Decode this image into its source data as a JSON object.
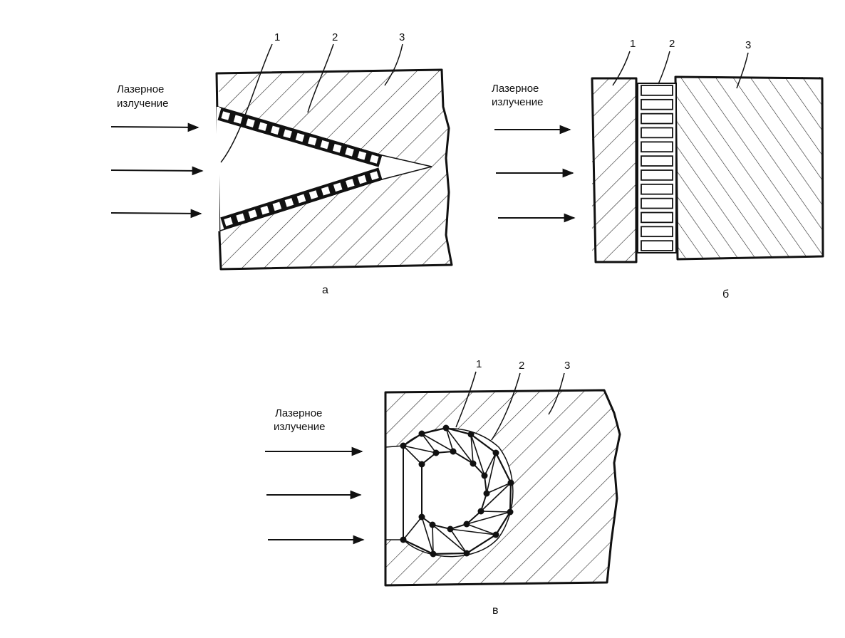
{
  "panels": [
    {
      "id": "a",
      "caption": "а",
      "laser_label": [
        "Лазерное",
        "излучение"
      ],
      "callouts": [
        "1",
        "2",
        "3"
      ]
    },
    {
      "id": "b",
      "caption": "б",
      "laser_label": [
        "Лазерное",
        "излучение"
      ],
      "callouts": [
        "1",
        "2",
        "3"
      ]
    },
    {
      "id": "v",
      "caption": "в",
      "laser_label": [
        "Лазерное",
        "излучение"
      ],
      "callouts": [
        "1",
        "2",
        "3"
      ]
    }
  ]
}
